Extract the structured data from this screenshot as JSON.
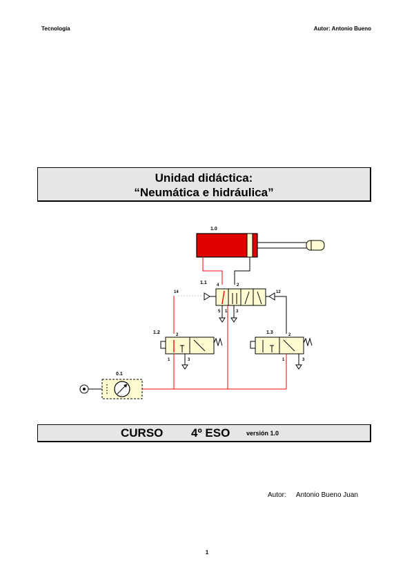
{
  "header": {
    "left": "Tecnología",
    "right": "Autor: Antonio Bueno"
  },
  "title": {
    "line1": "Unidad didáctica:",
    "line2": "“Neumática e hidráulica”"
  },
  "diagram": {
    "labels": {
      "cylinder": "1.0",
      "main_valve": "1.1",
      "pilot_left": "14",
      "pilot_right": "12",
      "valve_left": "1.2",
      "valve_right": "1.3",
      "unit": "0.1",
      "port_4": "4",
      "port_2": "2",
      "port_5": "5",
      "port_1": "1",
      "port_3": "3"
    },
    "colors": {
      "cylinder_fill": "#e00000",
      "valve_fill": "#fffbd0",
      "active_line": "#ff0000"
    }
  },
  "course": {
    "label": "CURSO",
    "level": "4º ESO",
    "version": "versión 1.0"
  },
  "author": {
    "label": "Autor:",
    "name": "Antonio Bueno Juan"
  },
  "page_number": "1"
}
